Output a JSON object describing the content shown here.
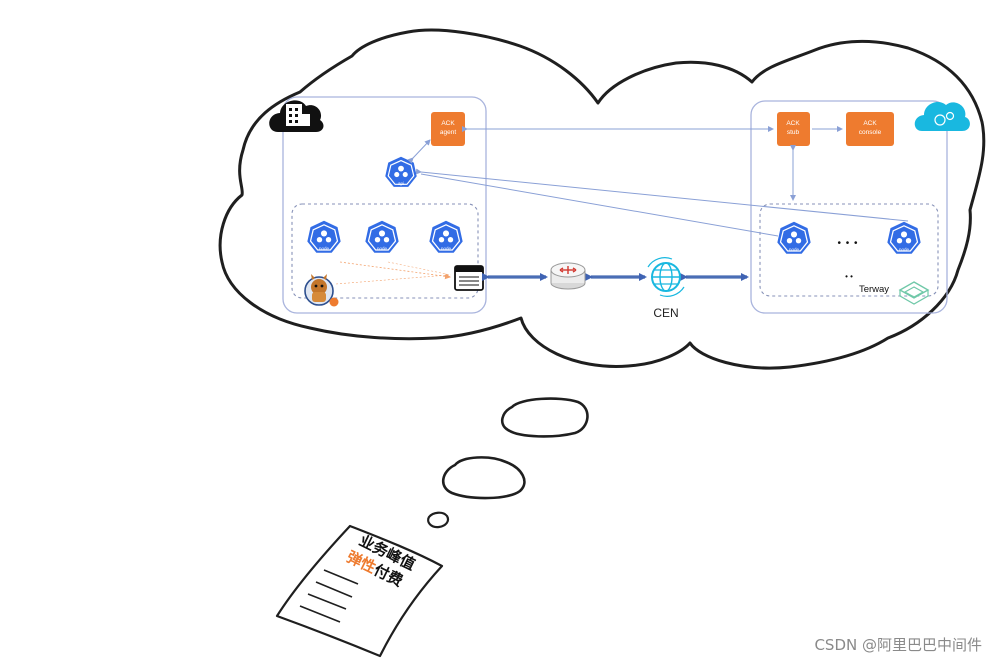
{
  "diagram": {
    "idc": {
      "ack_agent": "ACK\nagent",
      "api_label": "api",
      "nodes": [
        "node",
        "node",
        "node"
      ]
    },
    "cloud_side": {
      "ack_stub": "ACK\nstub",
      "ack_console": "ACK\nconsole",
      "nodes": [
        "node",
        "node"
      ],
      "ellipsis": "• • •",
      "small_dots": "• •",
      "terway_label": "Terway"
    },
    "cen_label": "CEN"
  },
  "note": {
    "line1": "业务峰值",
    "line2_highlight": "弹性",
    "line2_rest": "付费"
  },
  "watermark": "CSDN @阿里巴巴中间件",
  "colors": {
    "orange": "#ee7b2f",
    "k8s_blue": "#326ce5",
    "link_blue": "#4a6db5",
    "cloud_cyan": "#19b8e0",
    "box_border": "#a9b4dd"
  },
  "icons": [
    "building-icon",
    "cloud-icon",
    "kubernetes-icon",
    "router-icon",
    "cen-globe-icon",
    "server-icon",
    "mascot-icon",
    "terway-icon"
  ]
}
